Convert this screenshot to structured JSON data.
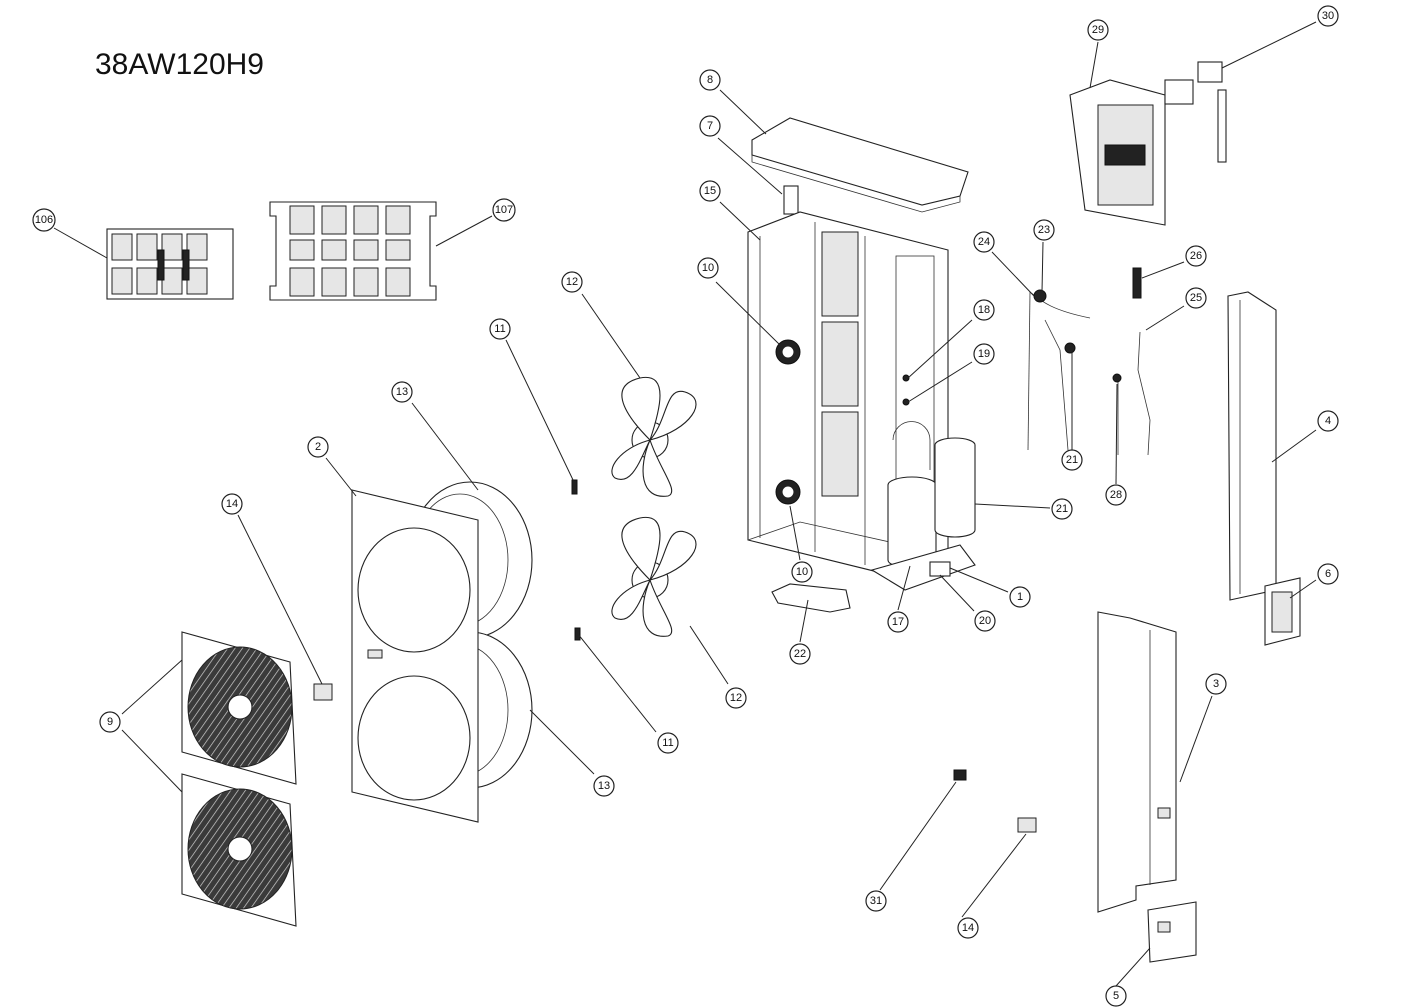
{
  "model": "38AW120H9",
  "callouts": [
    {
      "id": "c1",
      "label": "1"
    },
    {
      "id": "c2",
      "label": "2"
    },
    {
      "id": "c3",
      "label": "3"
    },
    {
      "id": "c4",
      "label": "4"
    },
    {
      "id": "c5",
      "label": "5"
    },
    {
      "id": "c6",
      "label": "6"
    },
    {
      "id": "c7",
      "label": "7"
    },
    {
      "id": "c8",
      "label": "8"
    },
    {
      "id": "c9",
      "label": "9"
    },
    {
      "id": "c10a",
      "label": "10"
    },
    {
      "id": "c10b",
      "label": "10"
    },
    {
      "id": "c11a",
      "label": "11"
    },
    {
      "id": "c11b",
      "label": "11"
    },
    {
      "id": "c12a",
      "label": "12"
    },
    {
      "id": "c12b",
      "label": "12"
    },
    {
      "id": "c13a",
      "label": "13"
    },
    {
      "id": "c13b",
      "label": "13"
    },
    {
      "id": "c14a",
      "label": "14"
    },
    {
      "id": "c14b",
      "label": "14"
    },
    {
      "id": "c15",
      "label": "15"
    },
    {
      "id": "c17",
      "label": "17"
    },
    {
      "id": "c18",
      "label": "18"
    },
    {
      "id": "c19",
      "label": "19"
    },
    {
      "id": "c20",
      "label": "20"
    },
    {
      "id": "c21a",
      "label": "21"
    },
    {
      "id": "c21b",
      "label": "21"
    },
    {
      "id": "c22",
      "label": "22"
    },
    {
      "id": "c23",
      "label": "23"
    },
    {
      "id": "c24",
      "label": "24"
    },
    {
      "id": "c25",
      "label": "25"
    },
    {
      "id": "c26",
      "label": "26"
    },
    {
      "id": "c28",
      "label": "28"
    },
    {
      "id": "c29",
      "label": "29"
    },
    {
      "id": "c30",
      "label": "30"
    },
    {
      "id": "c31",
      "label": "31"
    },
    {
      "id": "c106",
      "label": "106"
    },
    {
      "id": "c107",
      "label": "107"
    }
  ]
}
